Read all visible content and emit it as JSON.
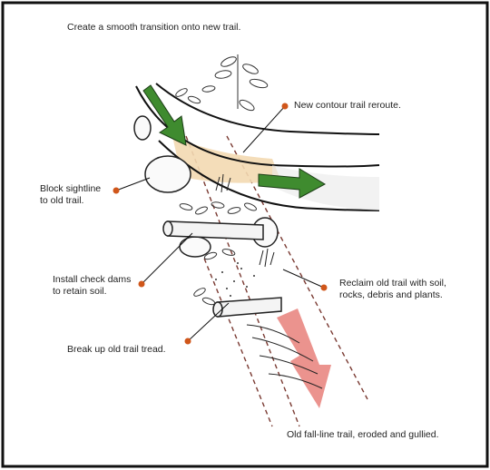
{
  "labels": {
    "top": "Create a smooth transition onto new trail.",
    "reroute": "New contour trail reroute.",
    "sightline": "Block sightline\nto old trail.",
    "check_dams": "Install check dams\nto retain soil.",
    "reclaim": "Reclaim old trail with soil,\nrocks, debris and plants.",
    "tread": "Break up old trail tread.",
    "fall_line": "Old fall-line trail, eroded and gullied."
  },
  "colors": {
    "green_arrow": "#3f8b2f",
    "red_arrow": "#e8807a",
    "sand": "#f3d9b1",
    "dot": "#d0561a",
    "border": "#111111"
  }
}
